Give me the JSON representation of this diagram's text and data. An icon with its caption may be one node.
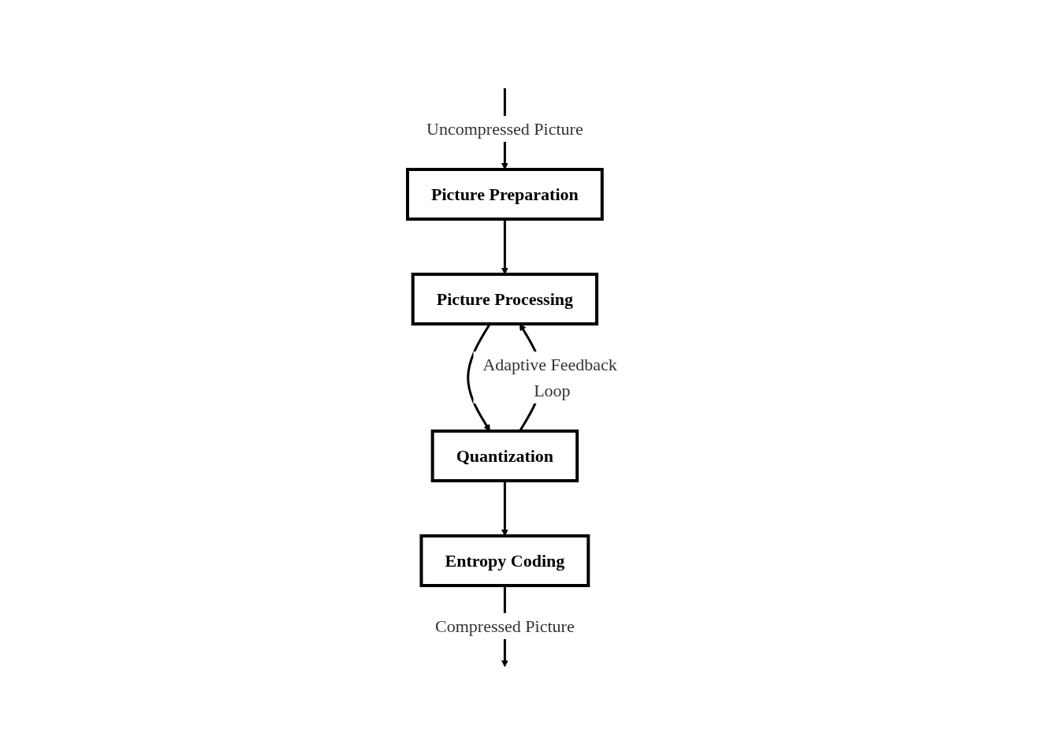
{
  "diagram": {
    "nodes": [
      {
        "text": [
          "Picture Preparation"
        ]
      },
      {
        "text": [
          "Picture Processing"
        ]
      },
      {
        "text": [
          "Quantization"
        ]
      },
      {
        "text": [
          "Entropy Coding"
        ]
      }
    ],
    "edges": [
      {
        "from": null,
        "to": 0,
        "arrow": "to",
        "label": "Uncompressed Picture"
      },
      {
        "from": 0,
        "to": 1,
        "arrow": "to"
      },
      {
        "from": 1,
        "to": 2,
        "arrow": "to"
      },
      {
        "from": 2,
        "to": 1,
        "arrow": "to",
        "label": "Adaptive Feedback Loop"
      },
      {
        "from": 2,
        "to": 3,
        "arrow": "to"
      },
      {
        "from": 3,
        "to": null,
        "arrow": "to",
        "label": "Compressed Picture"
      }
    ]
  }
}
